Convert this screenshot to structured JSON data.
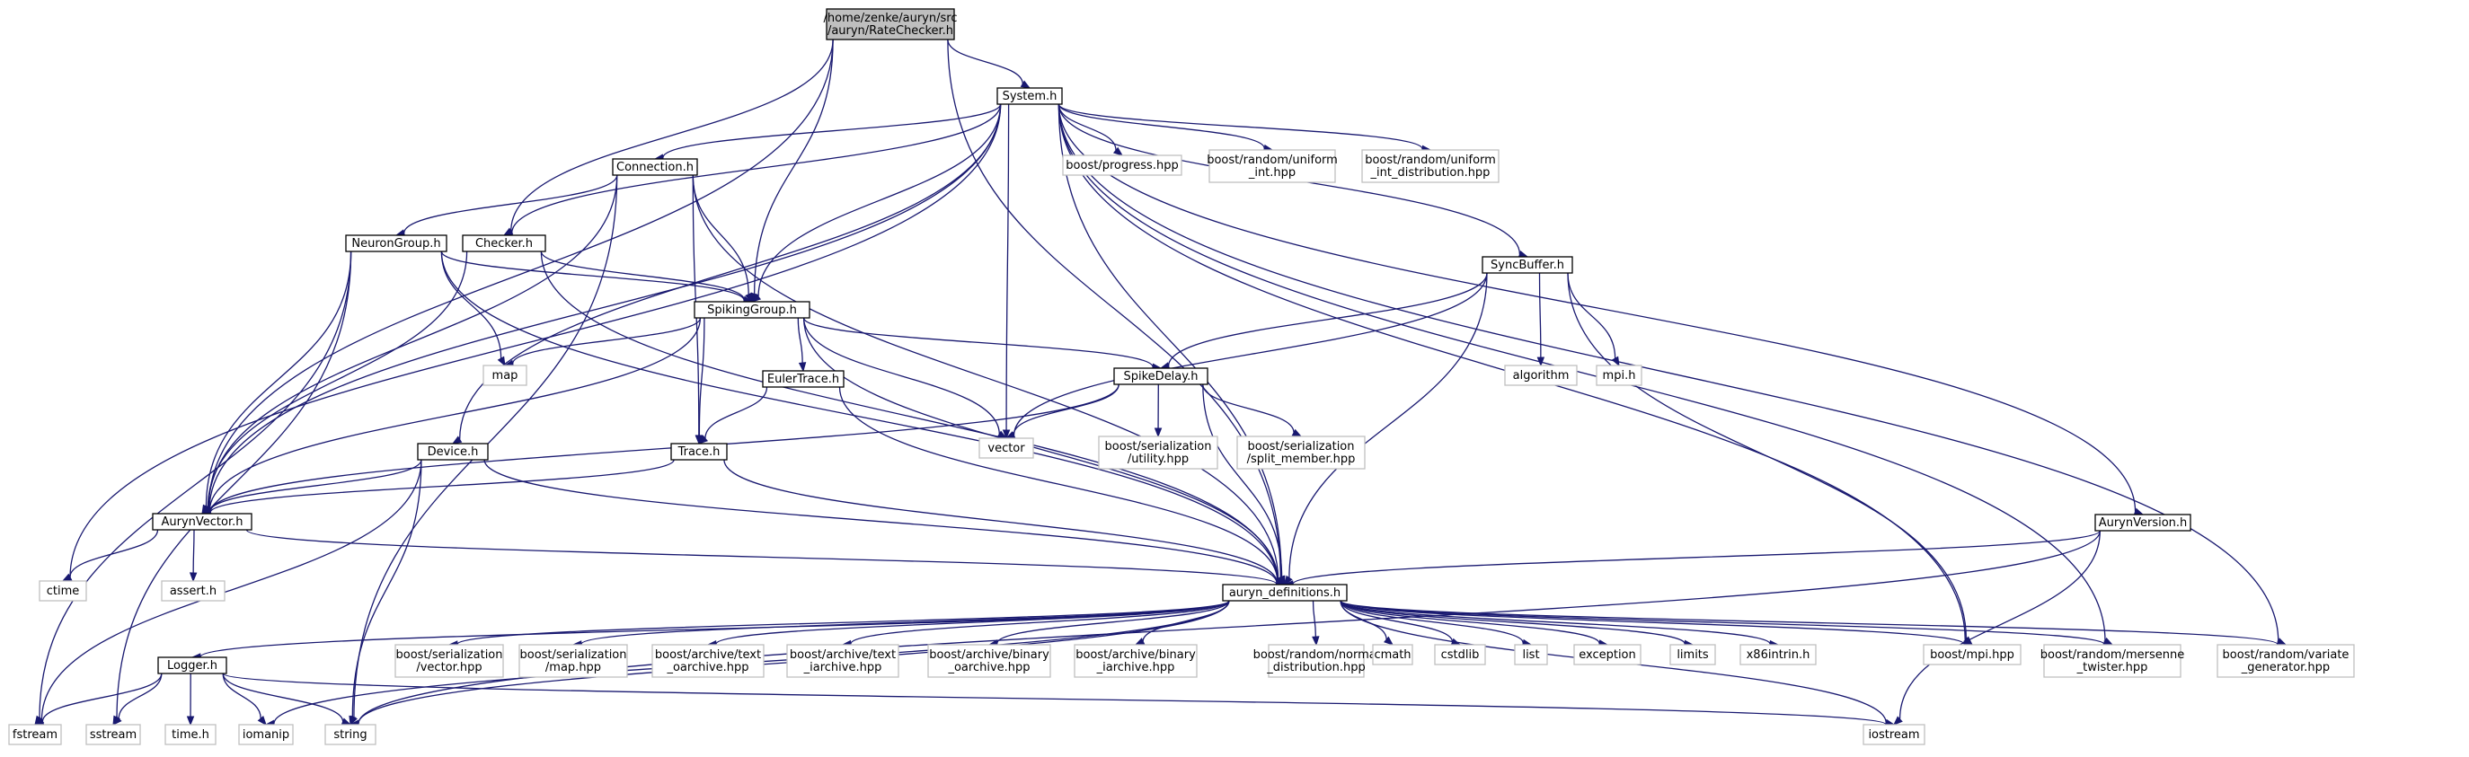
{
  "diagram": {
    "nodes": [
      {
        "id": "root",
        "lines": [
          "/home/zenke/auryn/src",
          "/auryn/RateChecker.h"
        ],
        "style": "root"
      },
      {
        "id": "system",
        "lines": [
          "System.h"
        ],
        "style": "main"
      },
      {
        "id": "checker",
        "lines": [
          "Checker.h"
        ],
        "style": "main"
      },
      {
        "id": "spiking",
        "lines": [
          "SpikingGroup.h"
        ],
        "style": "main"
      },
      {
        "id": "aurynvector",
        "lines": [
          "AurynVector.h"
        ],
        "style": "main"
      },
      {
        "id": "defs",
        "lines": [
          "auryn_definitions.h"
        ],
        "style": "main"
      },
      {
        "id": "connection",
        "lines": [
          "Connection.h"
        ],
        "style": "main"
      },
      {
        "id": "neurongroup",
        "lines": [
          "NeuronGroup.h"
        ],
        "style": "main"
      },
      {
        "id": "device",
        "lines": [
          "Device.h"
        ],
        "style": "main"
      },
      {
        "id": "eulertrace",
        "lines": [
          "EulerTrace.h"
        ],
        "style": "main"
      },
      {
        "id": "trace",
        "lines": [
          "Trace.h"
        ],
        "style": "main"
      },
      {
        "id": "spikedelay",
        "lines": [
          "SpikeDelay.h"
        ],
        "style": "main"
      },
      {
        "id": "syncbuffer",
        "lines": [
          "SyncBuffer.h"
        ],
        "style": "main"
      },
      {
        "id": "aurynversion",
        "lines": [
          "AurynVersion.h"
        ],
        "style": "main"
      },
      {
        "id": "logger",
        "lines": [
          "Logger.h"
        ],
        "style": "main"
      },
      {
        "id": "ctime",
        "lines": [
          "ctime"
        ],
        "style": "ext"
      },
      {
        "id": "assert",
        "lines": [
          "assert.h"
        ],
        "style": "ext"
      },
      {
        "id": "map",
        "lines": [
          "map"
        ],
        "style": "ext"
      },
      {
        "id": "vector",
        "lines": [
          "vector"
        ],
        "style": "ext"
      },
      {
        "id": "bprogress",
        "lines": [
          "boost/progress.hpp"
        ],
        "style": "ext"
      },
      {
        "id": "bunifint",
        "lines": [
          "boost/random/uniform",
          "_int.hpp"
        ],
        "style": "ext"
      },
      {
        "id": "bunifintdist",
        "lines": [
          "boost/random/uniform",
          "_int_distribution.hpp"
        ],
        "style": "ext"
      },
      {
        "id": "bserutil",
        "lines": [
          "boost/serialization",
          "/utility.hpp"
        ],
        "style": "ext"
      },
      {
        "id": "bsersplit",
        "lines": [
          "boost/serialization",
          "/split_member.hpp"
        ],
        "style": "ext"
      },
      {
        "id": "algorithm",
        "lines": [
          "algorithm"
        ],
        "style": "ext"
      },
      {
        "id": "mpih",
        "lines": [
          "mpi.h"
        ],
        "style": "ext"
      },
      {
        "id": "fstream",
        "lines": [
          "fstream"
        ],
        "style": "ext"
      },
      {
        "id": "sstream",
        "lines": [
          "sstream"
        ],
        "style": "ext"
      },
      {
        "id": "timeh",
        "lines": [
          "time.h"
        ],
        "style": "ext"
      },
      {
        "id": "iomanip",
        "lines": [
          "iomanip"
        ],
        "style": "ext"
      },
      {
        "id": "string",
        "lines": [
          "string"
        ],
        "style": "ext"
      },
      {
        "id": "iostream",
        "lines": [
          "iostream"
        ],
        "style": "ext"
      },
      {
        "id": "bservec",
        "lines": [
          "boost/serialization",
          "/vector.hpp"
        ],
        "style": "ext"
      },
      {
        "id": "bsermap",
        "lines": [
          "boost/serialization",
          "/map.hpp"
        ],
        "style": "ext"
      },
      {
        "id": "btextoar",
        "lines": [
          "boost/archive/text",
          "_oarchive.hpp"
        ],
        "style": "ext"
      },
      {
        "id": "btextiar",
        "lines": [
          "boost/archive/text",
          "_iarchive.hpp"
        ],
        "style": "ext"
      },
      {
        "id": "bbinoar",
        "lines": [
          "boost/archive/binary",
          "_oarchive.hpp"
        ],
        "style": "ext"
      },
      {
        "id": "bbiniar",
        "lines": [
          "boost/archive/binary",
          "_iarchive.hpp"
        ],
        "style": "ext"
      },
      {
        "id": "bnormal",
        "lines": [
          "boost/random/normal",
          "_distribution.hpp"
        ],
        "style": "ext"
      },
      {
        "id": "cmath",
        "lines": [
          "cmath"
        ],
        "style": "ext"
      },
      {
        "id": "cstdlib",
        "lines": [
          "cstdlib"
        ],
        "style": "ext"
      },
      {
        "id": "list",
        "lines": [
          "list"
        ],
        "style": "ext"
      },
      {
        "id": "exception",
        "lines": [
          "exception"
        ],
        "style": "ext"
      },
      {
        "id": "limits",
        "lines": [
          "limits"
        ],
        "style": "ext"
      },
      {
        "id": "x86",
        "lines": [
          "x86intrin.h"
        ],
        "style": "ext"
      },
      {
        "id": "bmpi",
        "lines": [
          "boost/mpi.hpp"
        ],
        "style": "ext"
      },
      {
        "id": "bmersenne",
        "lines": [
          "boost/random/mersenne",
          "_twister.hpp"
        ],
        "style": "ext"
      },
      {
        "id": "bvariate",
        "lines": [
          "boost/random/variate",
          "_generator.hpp"
        ],
        "style": "ext"
      }
    ],
    "edges": [
      [
        "root",
        "system"
      ],
      [
        "root",
        "checker"
      ],
      [
        "root",
        "spiking"
      ],
      [
        "root",
        "aurynvector"
      ],
      [
        "root",
        "defs"
      ],
      [
        "system",
        "checker"
      ],
      [
        "system",
        "spiking"
      ],
      [
        "system",
        "aurynvector"
      ],
      [
        "system",
        "defs"
      ],
      [
        "system",
        "connection"
      ],
      [
        "system",
        "device"
      ],
      [
        "system",
        "syncbuffer"
      ],
      [
        "system",
        "aurynversion"
      ],
      [
        "system",
        "ctime"
      ],
      [
        "system",
        "vector"
      ],
      [
        "system",
        "bprogress"
      ],
      [
        "system",
        "bunifint"
      ],
      [
        "system",
        "bunifintdist"
      ],
      [
        "system",
        "bmpi"
      ],
      [
        "system",
        "bmersenne"
      ],
      [
        "system",
        "bvariate"
      ],
      [
        "connection",
        "spiking"
      ],
      [
        "connection",
        "aurynvector"
      ],
      [
        "connection",
        "defs"
      ],
      [
        "connection",
        "neurongroup"
      ],
      [
        "connection",
        "trace"
      ],
      [
        "connection",
        "string"
      ],
      [
        "neurongroup",
        "spiking"
      ],
      [
        "neurongroup",
        "aurynvector"
      ],
      [
        "neurongroup",
        "defs"
      ],
      [
        "neurongroup",
        "map"
      ],
      [
        "neurongroup",
        "fstream"
      ],
      [
        "neurongroup",
        "sstream"
      ],
      [
        "checker",
        "spiking"
      ],
      [
        "checker",
        "aurynvector"
      ],
      [
        "checker",
        "defs"
      ],
      [
        "spiking",
        "aurynvector"
      ],
      [
        "spiking",
        "defs"
      ],
      [
        "spiking",
        "map"
      ],
      [
        "spiking",
        "vector"
      ],
      [
        "spiking",
        "eulertrace"
      ],
      [
        "spiking",
        "trace"
      ],
      [
        "spiking",
        "spikedelay"
      ],
      [
        "eulertrace",
        "trace"
      ],
      [
        "eulertrace",
        "defs"
      ],
      [
        "trace",
        "aurynvector"
      ],
      [
        "trace",
        "defs"
      ],
      [
        "spikedelay",
        "aurynvector"
      ],
      [
        "spikedelay",
        "defs"
      ],
      [
        "spikedelay",
        "vector"
      ],
      [
        "spikedelay",
        "bserutil"
      ],
      [
        "spikedelay",
        "bsersplit"
      ],
      [
        "syncbuffer",
        "spikedelay"
      ],
      [
        "syncbuffer",
        "defs"
      ],
      [
        "syncbuffer",
        "vector"
      ],
      [
        "syncbuffer",
        "algorithm"
      ],
      [
        "syncbuffer",
        "mpih"
      ],
      [
        "syncbuffer",
        "bmpi"
      ],
      [
        "device",
        "aurynvector"
      ],
      [
        "device",
        "defs"
      ],
      [
        "device",
        "fstream"
      ],
      [
        "device",
        "string"
      ],
      [
        "aurynvector",
        "defs"
      ],
      [
        "aurynvector",
        "ctime"
      ],
      [
        "aurynvector",
        "assert"
      ],
      [
        "aurynversion",
        "defs"
      ],
      [
        "aurynversion",
        "string"
      ],
      [
        "aurynversion",
        "iostream"
      ],
      [
        "defs",
        "logger"
      ],
      [
        "defs",
        "bservec"
      ],
      [
        "defs",
        "bsermap"
      ],
      [
        "defs",
        "btextoar"
      ],
      [
        "defs",
        "btextiar"
      ],
      [
        "defs",
        "bbinoar"
      ],
      [
        "defs",
        "bbiniar"
      ],
      [
        "defs",
        "bnormal"
      ],
      [
        "defs",
        "cmath"
      ],
      [
        "defs",
        "cstdlib"
      ],
      [
        "defs",
        "list"
      ],
      [
        "defs",
        "exception"
      ],
      [
        "defs",
        "limits"
      ],
      [
        "defs",
        "x86"
      ],
      [
        "defs",
        "bmpi"
      ],
      [
        "defs",
        "bmersenne"
      ],
      [
        "defs",
        "bvariate"
      ],
      [
        "defs",
        "iomanip"
      ],
      [
        "defs",
        "string"
      ],
      [
        "defs",
        "iostream"
      ],
      [
        "logger",
        "fstream"
      ],
      [
        "logger",
        "sstream"
      ],
      [
        "logger",
        "timeh"
      ],
      [
        "logger",
        "iomanip"
      ],
      [
        "logger",
        "string"
      ],
      [
        "logger",
        "iostream"
      ]
    ]
  }
}
